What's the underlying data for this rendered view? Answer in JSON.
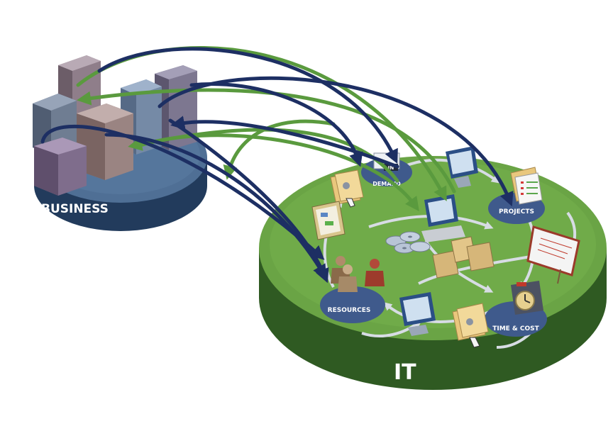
{
  "platforms": {
    "business": {
      "label": "BUSINESS"
    },
    "it": {
      "label": "IT"
    }
  },
  "hubs": {
    "demand": {
      "label": "DEMAND",
      "tag": "IN"
    },
    "projects": {
      "label": "PROJECTS"
    },
    "resources": {
      "label": "RESOURCES"
    },
    "time_cost": {
      "label": "TIME & COST"
    }
  },
  "icons": [
    "office-building-icon",
    "document-hand-icon",
    "computer-monitor-icon",
    "checklist-document-icon",
    "whiteboard-icon",
    "cd-disc-icon",
    "file-folder-icon",
    "people-icon",
    "clock-icon"
  ],
  "colors": {
    "business_platform": "#4f6f95",
    "it_platform": "#6aa445",
    "navy_arrow": "#1d2f63",
    "green_arrow": "#5a9a3e",
    "hub": "#3f5a8c",
    "flow_arrow": "#d7dce4"
  }
}
